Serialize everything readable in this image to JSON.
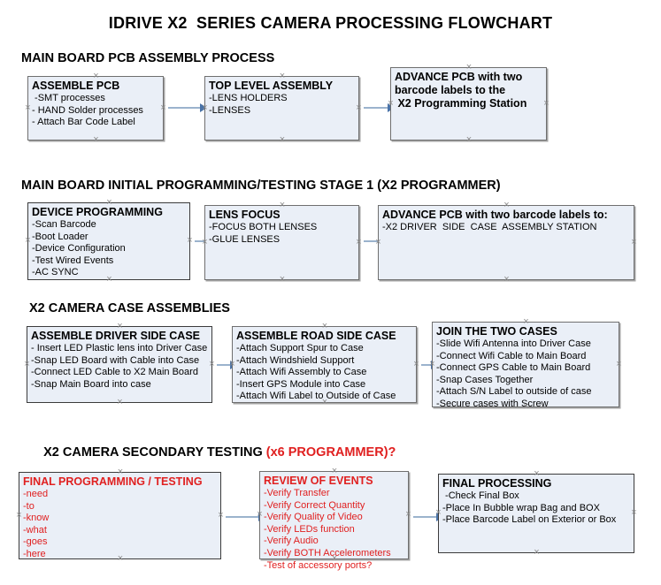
{
  "title": "IDRIVE X2  SERIES CAMERA PROCESSING FLOWCHART",
  "sections": [
    {
      "id": "main-board-pcb-assembly",
      "label": "MAIN BOARD PCB ASSEMBLY PROCESS"
    },
    {
      "id": "main-board-initial-programming",
      "label": "MAIN BOARD INITIAL PROGRAMMING/TESTING STAGE 1 (X2 PROGRAMMER)"
    },
    {
      "id": "x2-camera-case-assemblies",
      "label": "X2 CAMERA CASE ASSEMBLIES"
    },
    {
      "id": "x2-camera-secondary-testing",
      "label": "X2 CAMERA SECONDARY TESTING ",
      "accent": "(x6 PROGRAMMER)?"
    }
  ],
  "boxes": [
    {
      "id": "assemble-pcb",
      "title": "ASSEMBLE PCB",
      "lines": [
        " -SMT processes",
        "- HAND Solder processes",
        "- Attach Bar Code Label"
      ],
      "color": "black"
    },
    {
      "id": "top-level-assembly",
      "title": "TOP LEVEL ASSEMBLY",
      "lines": [
        "-LENS HOLDERS",
        "-LENSES"
      ],
      "color": "black"
    },
    {
      "id": "advance-pcb-to-programming-station",
      "title": "ADVANCE PCB with two",
      "lines": [
        "barcode labels to the",
        " X2 Programming Station"
      ],
      "color": "black"
    },
    {
      "id": "device-programming",
      "title": "DEVICE PROGRAMMING",
      "lines": [
        "-Scan Barcode",
        "-Boot Loader",
        "-Device Configuration",
        "-Test Wired Events",
        "-AC SYNC"
      ],
      "color": "black"
    },
    {
      "id": "lens-focus",
      "title": "LENS FOCUS",
      "lines": [
        "-FOCUS BOTH LENSES",
        "-GLUE LENSES"
      ],
      "color": "black"
    },
    {
      "id": "advance-pcb-to-driver-side-case",
      "title": "ADVANCE PCB with two barcode labels to:",
      "lines": [
        "-X2 DRIVER  SIDE  CASE  ASSEMBLY STATION"
      ],
      "color": "black"
    },
    {
      "id": "assemble-driver-side-case",
      "title": "ASSEMBLE DRIVER SIDE CASE",
      "lines": [
        "- Insert LED Plastic lens into Driver Case",
        "-Snap LED Board with Cable into Case",
        "-Connect LED Cable to X2 Main Board",
        "-Snap Main Board into case"
      ],
      "color": "black"
    },
    {
      "id": "assemble-road-side-case",
      "title": "ASSEMBLE ROAD SIDE CASE",
      "lines": [
        "-Attach Support Spur to Case",
        "-Attach Windshield Support",
        "-Attach Wifi Assembly to Case",
        "-Insert GPS Module into Case",
        "-Attach Wifi Label to Outside of Case"
      ],
      "color": "black"
    },
    {
      "id": "join-the-two-cases",
      "title": "JOIN THE TWO CASES",
      "lines": [
        "-Slide Wifi Antenna into Driver Case",
        "-Connect Wifi Cable to Main Board",
        "-Connect GPS Cable to Main Board",
        "-Snap Cases Together",
        "-Attach S/N Label to outside of case",
        "-Secure cases with Screw"
      ],
      "color": "black"
    },
    {
      "id": "final-programming-testing",
      "title": "FINAL PROGRAMMING / TESTING",
      "lines": [
        "-need",
        "-to",
        "-know",
        "-what",
        "-goes",
        "-here"
      ],
      "color": "red"
    },
    {
      "id": "review-of-events",
      "title": "REVIEW OF EVENTS",
      "lines": [
        "-Verify Transfer",
        "-Verify Correct Quantity",
        "-Verify Quality of Video",
        "-Verify LEDs function",
        "-Verify Audio",
        "-Verify BOTH Accelerometers",
        "-Test of accessory ports?"
      ],
      "color": "red"
    },
    {
      "id": "final-processing",
      "title": "FINAL PROCESSING",
      "lines": [
        " -Check Final Box",
        "-Place In Bubble wrap Bag and BOX",
        "-Place Barcode Label on Exterior or Box"
      ],
      "color": "black"
    }
  ],
  "colors": {
    "box_fill": "#eaeff7",
    "box_border": "#6f6f6f",
    "accent_red": "#e02020",
    "connector_line": "#9bb3cd",
    "connector_arrow": "#4a73a8"
  }
}
